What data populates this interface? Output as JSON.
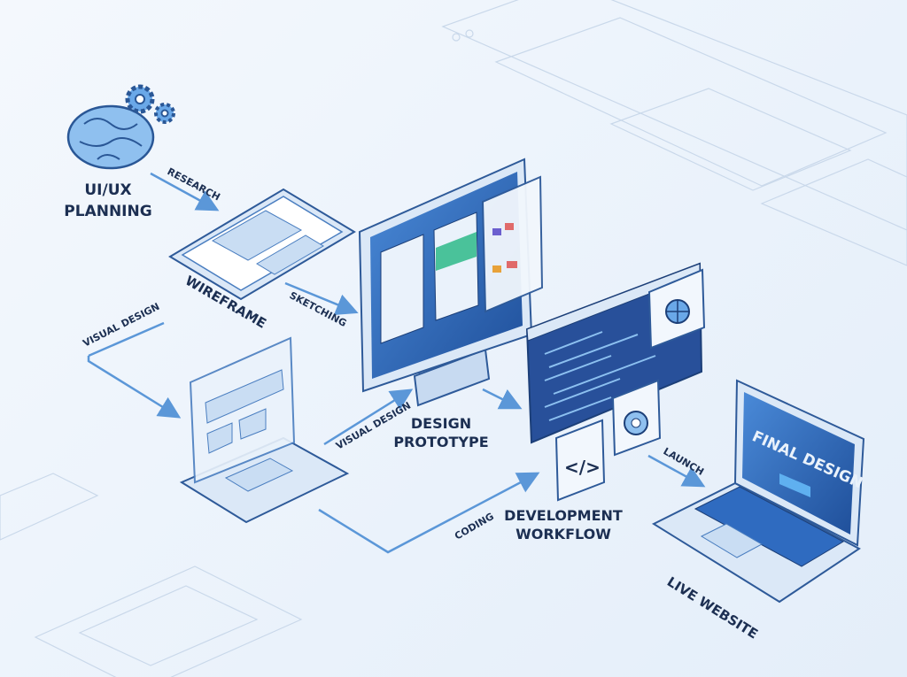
{
  "stages": {
    "planning": {
      "line1": "UI/UX",
      "line2": "PLANNING"
    },
    "wireframe": "WIREFRAME",
    "prototype": {
      "line1": "DESIGN",
      "line2": "PROTOTYPE"
    },
    "development": {
      "line1": "DEVELOPMENT",
      "line2": "WORKFLOW"
    },
    "live": "LIVE WEBSITE"
  },
  "arrows": {
    "research": "RESEARCH",
    "sketching": "SKETCHING",
    "visual_design_1": "VISUAL DESIGN",
    "visual_design_2": "VISUAL DESIGN",
    "coding": "CODING",
    "launch": "LAUNCH"
  },
  "screens": {
    "final_design": "FINAL DESIGN",
    "code_symbol": "</>"
  },
  "icons": [
    "brain-icon",
    "gear-icon",
    "tablet-icon",
    "monitor-icon",
    "laptop-icon",
    "code-window-icon",
    "globe-icon",
    "browser-icon",
    "code-icon"
  ],
  "colors": {
    "accent": "#2f6bc0",
    "dark": "#1c2f52",
    "arrow": "#5b97d8",
    "background": "#eef4fb"
  }
}
